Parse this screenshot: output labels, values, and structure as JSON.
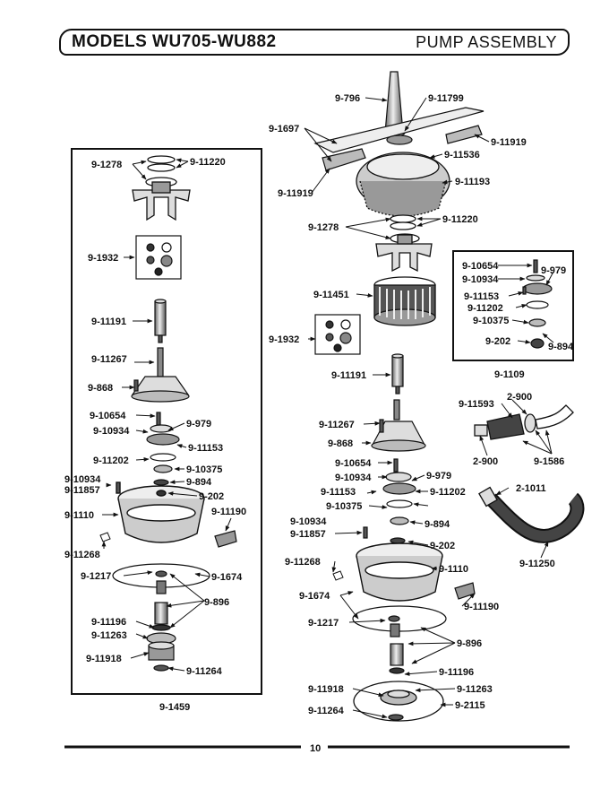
{
  "header": {
    "models": "MODELS WU705-WU882",
    "section": "PUMP ASSEMBLY"
  },
  "left_group": {
    "caption": "9-1459"
  },
  "right_kit": {
    "caption": "9-1109"
  },
  "page_number": "10",
  "labels": {
    "l1": "9-1278",
    "l2": "9-11220",
    "l3": "9-1932",
    "l4": "9-11191",
    "l5": "9-11267",
    "l6": "9-868",
    "l7": "9-10654",
    "l8": "9-979",
    "l9": "9-10934",
    "l10": "9-11153",
    "l11": "9-11202",
    "l12": "9-10375",
    "l13": "9-10934",
    "l14": "9-11857",
    "l15": "9-894",
    "l16": "9-202",
    "l17": "9-1110",
    "l18": "9-11190",
    "l19": "9-11268",
    "l20": "9-1217",
    "l21": "9-1674",
    "l22": "9-896",
    "l23": "9-11196",
    "l24": "9-11263",
    "l25": "9-11918",
    "l26": "9-11264",
    "c1": "9-796",
    "c2": "9-11799",
    "c3": "9-1697",
    "c4": "9-11919",
    "c5": "9-11536",
    "c6": "9-11193",
    "c7": "9-11919",
    "c8": "9-1278",
    "c9": "9-11220",
    "c10": "9-11451",
    "c11": "9-1932",
    "c12": "9-11191",
    "c13": "9-11267",
    "c14": "9-868",
    "c15": "9-10654",
    "c16": "9-10934",
    "c17": "9-979",
    "c18": "9-11153",
    "c19": "9-11202",
    "c20": "9-10375",
    "c21": "9-894",
    "c22": "9-10934",
    "c23": "9-11857",
    "c24": "9-202",
    "c25": "9-11268",
    "c26": "9-1110",
    "c27": "9-1674",
    "c28": "9-11190",
    "c29": "9-1217",
    "c30": "9-896",
    "c31": "9-11196",
    "c32": "9-11918",
    "c33": "9-11263",
    "c34": "9-11264",
    "c35": "9-2115",
    "r1": "9-10654",
    "r2": "9-979",
    "r3": "9-10934",
    "r4": "9-11153",
    "r5": "9-11202",
    "r6": "9-10375",
    "r7": "9-202",
    "r8": "9-894",
    "h1": "9-11593",
    "h2": "2-900",
    "h3": "2-900",
    "h4": "9-1586",
    "h5": "2-1011",
    "h6": "9-11250"
  }
}
